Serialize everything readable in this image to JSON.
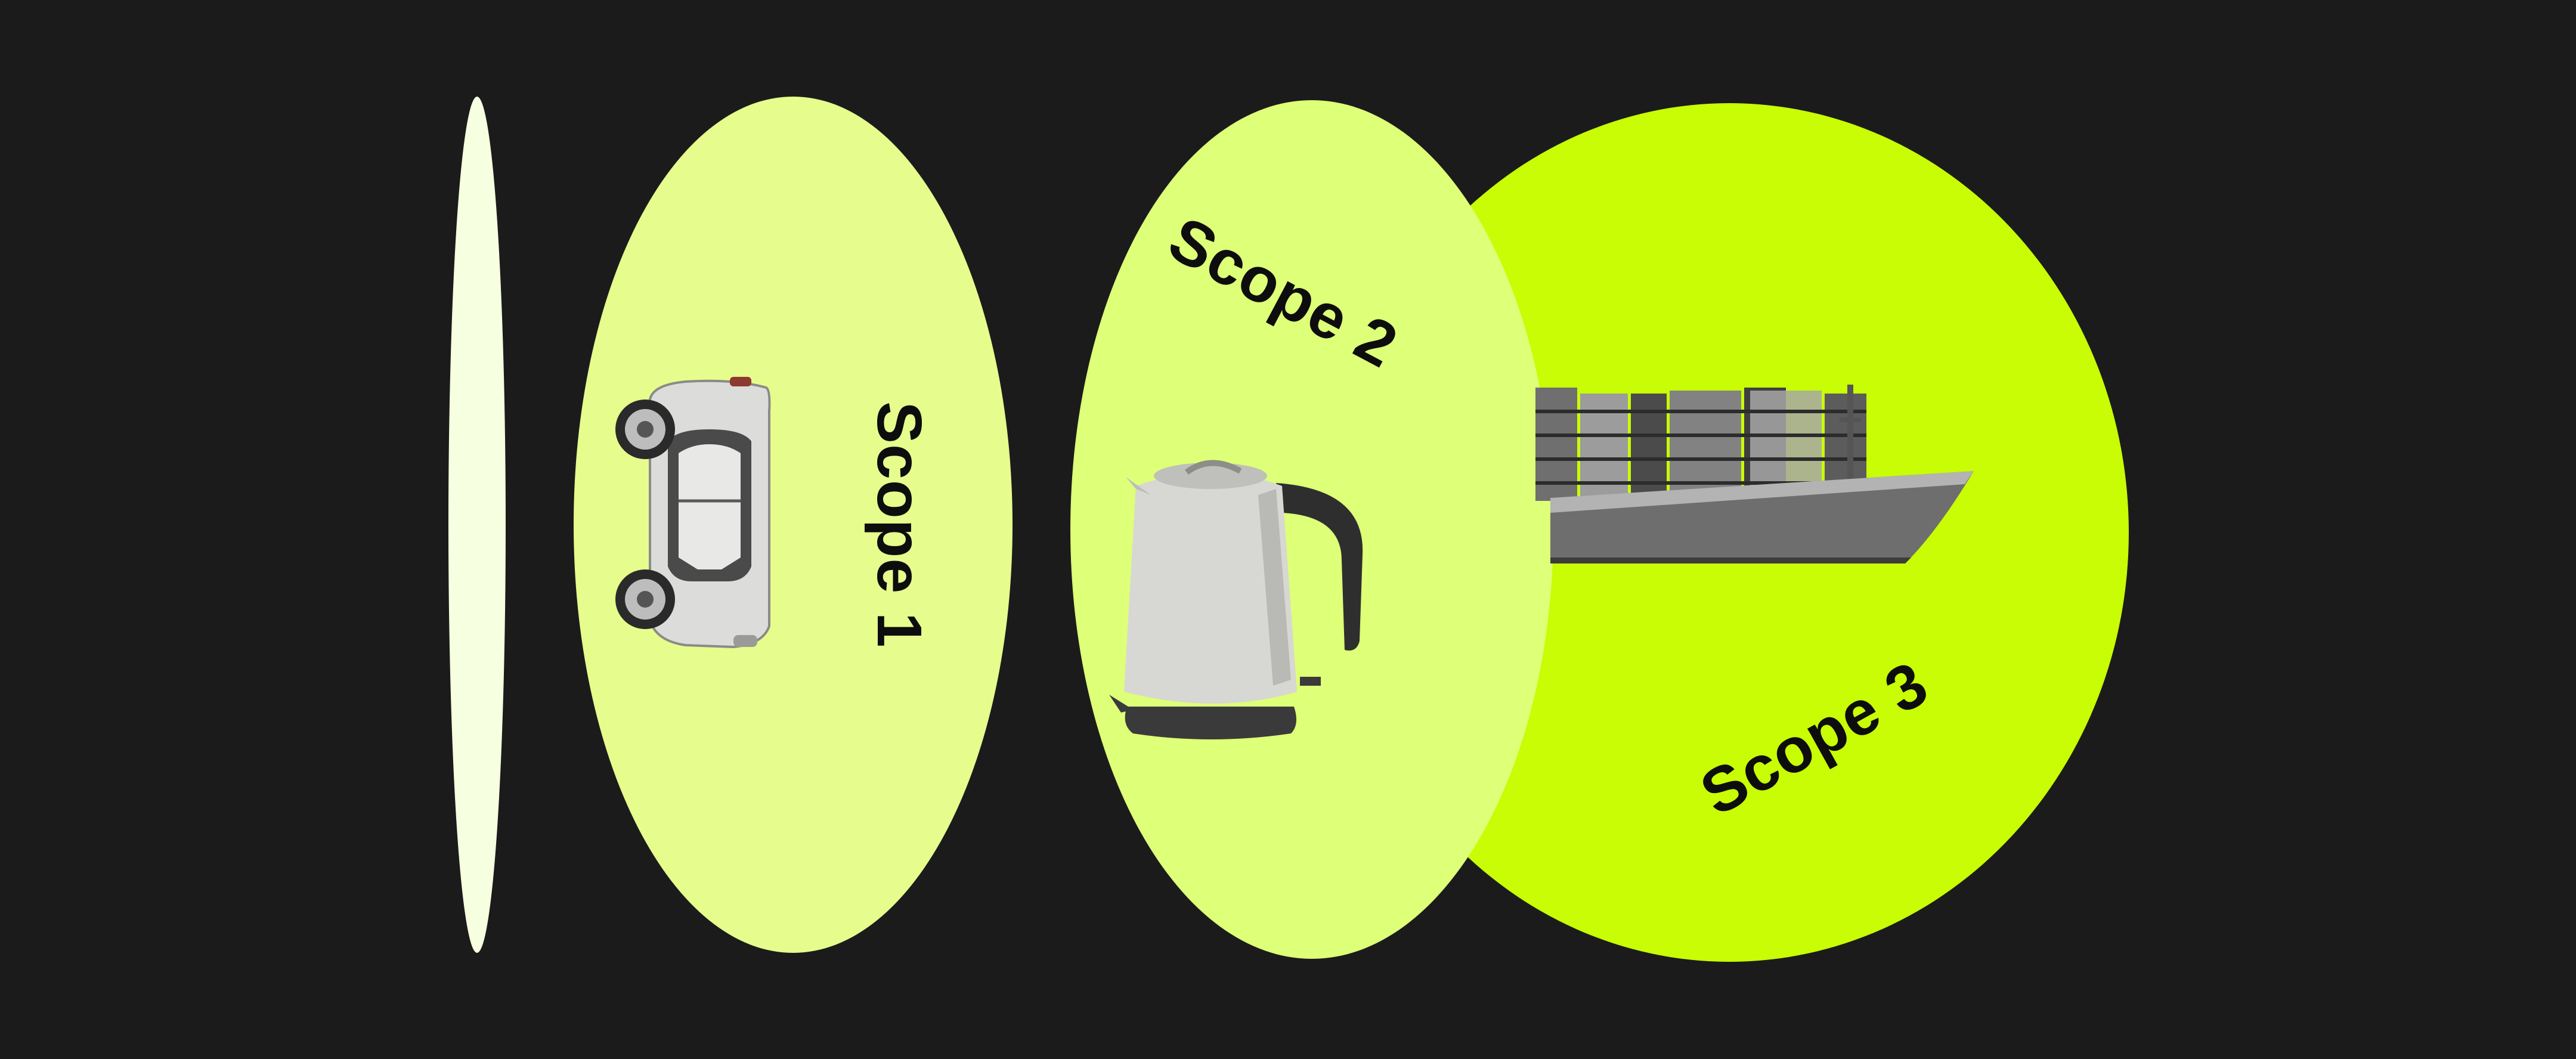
{
  "diagram": {
    "background_color": "#1b1b1b",
    "scopes": [
      {
        "id": "scope-1",
        "label": "Scope 1",
        "color": "#e6fd8d",
        "icon": "car-icon"
      },
      {
        "id": "scope-2",
        "label": "Scope 2",
        "color": "#deff78",
        "icon": "kettle-icon"
      },
      {
        "id": "scope-3",
        "label": "Scope 3",
        "color": "#c8fd05",
        "icon": "cargo-ship-icon"
      }
    ],
    "edge_ellipse_color": "#f6ffe0"
  }
}
